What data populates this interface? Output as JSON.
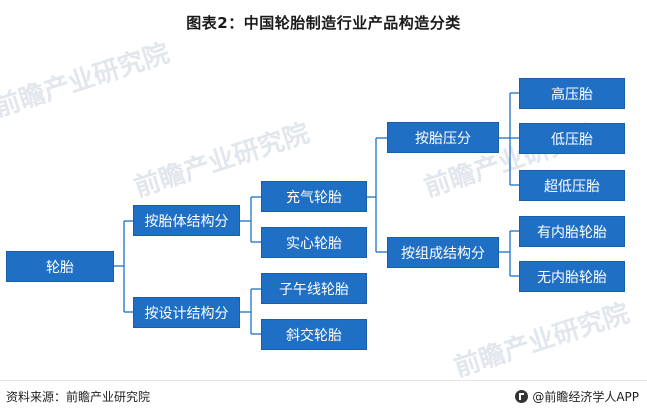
{
  "title": "图表2：中国轮胎制造行业产品构造分类",
  "nodes": {
    "root": "轮胎",
    "by_structure": "按胎体结构分",
    "by_design": "按设计结构分",
    "inflated": "充气轮胎",
    "solid": "实心轮胎",
    "radial": "子午线轮胎",
    "bias": "斜交轮胎",
    "by_pressure": "按胎压分",
    "by_composition": "按组成结构分",
    "high_pressure": "高压胎",
    "low_pressure": "低压胎",
    "ultra_low_pressure": "超低压胎",
    "tube_type": "有内胎轮胎",
    "tubeless": "无内胎轮胎"
  },
  "watermark": "前瞻产业研究院",
  "footer": {
    "source": "资料来源：前瞻产业研究院",
    "brand": "@前瞻经济学人APP"
  },
  "colors": {
    "node_fill": "#1f6fc5",
    "connector": "#1f6fc5"
  }
}
